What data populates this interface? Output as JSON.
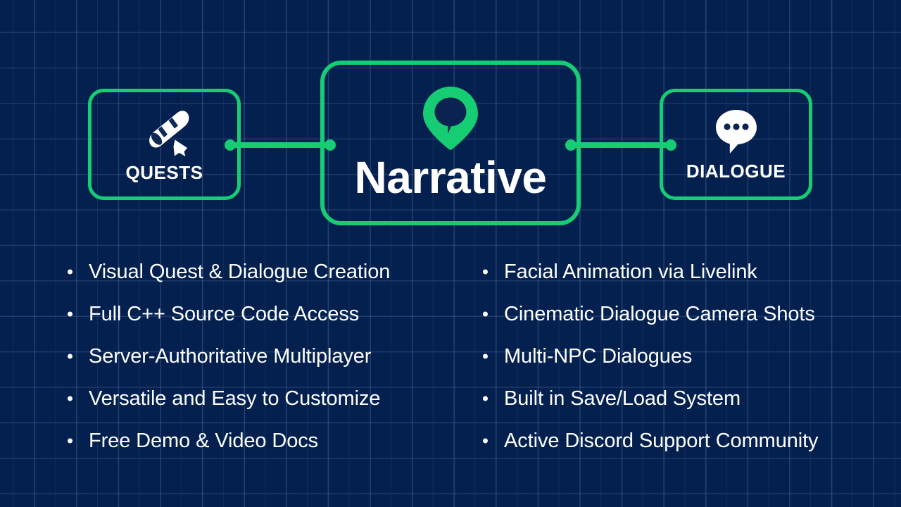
{
  "theme": {
    "background_color": "#04204f",
    "grid_line_color": "#7ea0d2",
    "accent_green": "#17cd73",
    "text_color": "#ffffff"
  },
  "diagram": {
    "left_card": {
      "label": "QUESTS",
      "icon": "scroll-diploma-icon"
    },
    "center_card": {
      "title": "Narrative",
      "icon": "map-pin-speech-icon"
    },
    "right_card": {
      "label": "DIALOGUE",
      "icon": "speech-bubble-dots-icon"
    },
    "connectors": [
      {
        "name": "quests-to-narrative"
      },
      {
        "name": "narrative-to-dialogue"
      }
    ]
  },
  "features": {
    "left_column": [
      "Visual Quest & Dialogue Creation",
      "Full C++ Source Code Access",
      "Server-Authoritative Multiplayer",
      "Versatile and Easy to Customize",
      "Free Demo & Video Docs"
    ],
    "right_column": [
      "Facial Animation via Livelink",
      "Cinematic Dialogue Camera Shots",
      "Multi-NPC Dialogues",
      "Built in Save/Load System",
      "Active Discord Support Community"
    ]
  }
}
